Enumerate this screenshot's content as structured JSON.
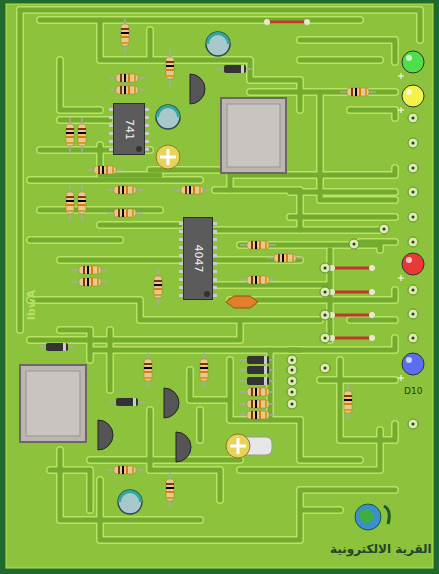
{
  "diagram": {
    "nodes": [
      {
        "text": [
          "741"
        ]
      },
      {
        "text": [
          "4047"
        ]
      }
    ],
    "labels": [
      "D10",
      "IbwA",
      "القرية الالكترونية"
    ]
  }
}
